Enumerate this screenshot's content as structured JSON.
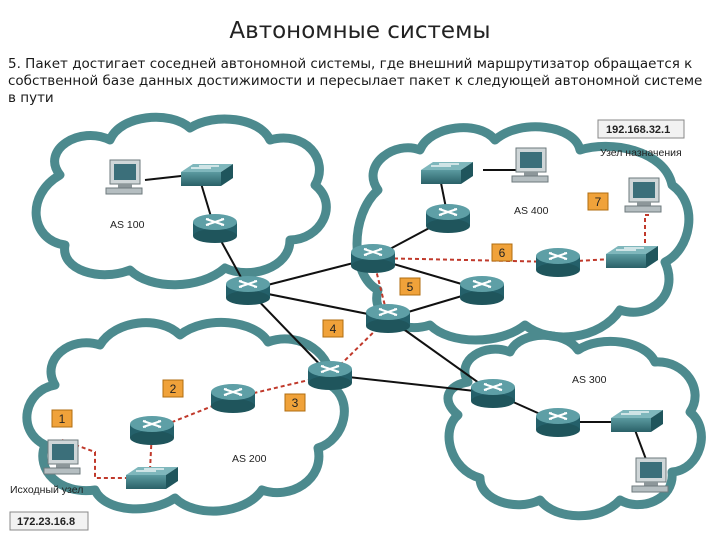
{
  "title": "Автономные системы",
  "description": "5. Пакет достигает соседней автономной системы, где внешний маршрутизатор обращается к собственной базе данных достижимости и пересылает пакет к следующей автономной системе в пути",
  "clouds": [
    {
      "id": "as100",
      "label": "AS 100"
    },
    {
      "id": "as400",
      "label": "AS 400"
    },
    {
      "id": "as200",
      "label": "AS 200"
    },
    {
      "id": "as300",
      "label": "AS 300"
    }
  ],
  "destination": {
    "ip": "192.168.32.1",
    "label": "Узел назначения"
  },
  "source": {
    "ip": "172.23.16.8",
    "label": "Исходный узел"
  },
  "steps": [
    "1",
    "2",
    "3",
    "4",
    "5",
    "6",
    "7"
  ],
  "colors": {
    "cloud_stroke": "#4c8a8e",
    "router": "#2f6f77",
    "path": "#c0392b",
    "badge": "#f0a23a"
  }
}
